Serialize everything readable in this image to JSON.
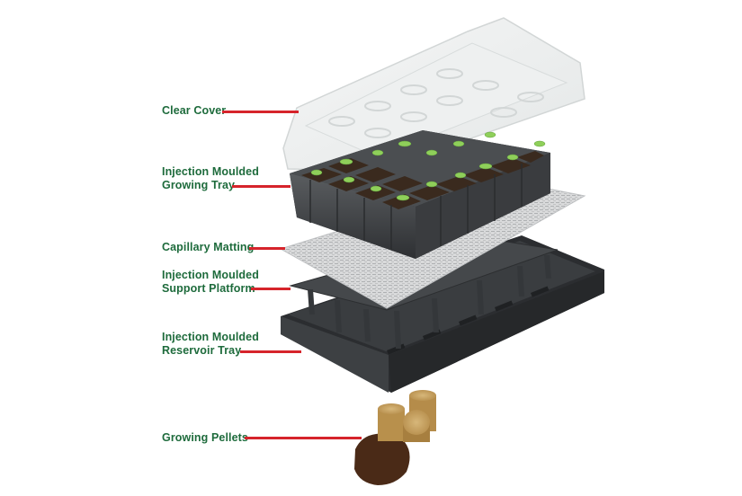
{
  "diagram": {
    "type": "exploded-product-diagram",
    "subject": "Seed propagator kit",
    "label_color": "#1e6b3c",
    "leader_color": "#d6242b",
    "components": [
      {
        "id": "clear-cover",
        "lines": [
          "Clear Cover"
        ]
      },
      {
        "id": "growing-tray",
        "lines": [
          "Injection Moulded",
          "Growing Tray"
        ]
      },
      {
        "id": "capillary-matting",
        "lines": [
          "Capillary Matting"
        ]
      },
      {
        "id": "support-platform",
        "lines": [
          "Injection Moulded",
          "Support Platform"
        ]
      },
      {
        "id": "reservoir-tray",
        "lines": [
          "Injection Moulded",
          "Reservoir Tray"
        ]
      },
      {
        "id": "growing-pellets",
        "lines": [
          "Growing Pellets"
        ]
      }
    ],
    "tray_cells": {
      "rows": 4,
      "cols": 6,
      "total": 24
    }
  }
}
